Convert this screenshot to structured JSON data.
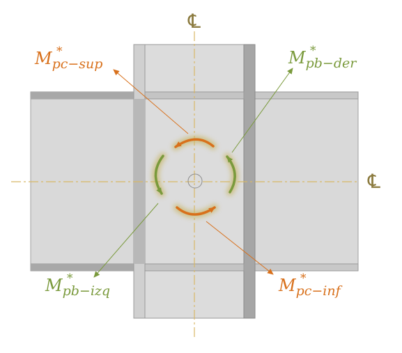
{
  "centerline_symbol": "℄",
  "colors": {
    "orange": "#d8701b",
    "green": "#7a9a3c",
    "centerline": "#d8b866",
    "centerline_text": "#8b7a3e",
    "steel_fill": "#d9d9d9",
    "steel_stroke": "#9a9a9a",
    "flange": "#a8a8a8"
  },
  "moments": {
    "pc_sup": {
      "main": "M",
      "star": "*",
      "sub": "pc−sup"
    },
    "pb_der": {
      "main": "M",
      "star": "*",
      "sub": "pb−der"
    },
    "pb_izq": {
      "main": "M",
      "star": "*",
      "sub": "pb−izq"
    },
    "pc_inf": {
      "main": "M",
      "star": "*",
      "sub": "pc−inf"
    }
  }
}
